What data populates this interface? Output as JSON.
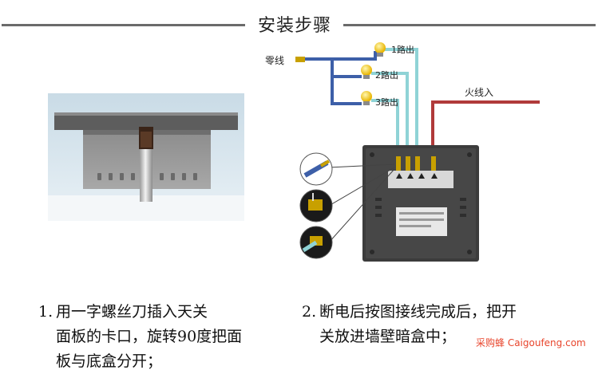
{
  "header": {
    "title": "安装步骤"
  },
  "diagram": {
    "neutral_label": "零线",
    "live_label": "火线入",
    "outputs": [
      "1路出",
      "2路出",
      "3路出"
    ],
    "colors": {
      "neutral": "#3d5fa8",
      "output": "#8fd3d6",
      "live": "#b03a3a",
      "panel": "#3c3c3c"
    }
  },
  "steps": [
    {
      "number": "1.",
      "lines": [
        "用一字螺丝刀插入天关",
        "面板的卡口，旋转90度把面",
        "板与底盒分开；"
      ]
    },
    {
      "number": "2.",
      "lines": [
        "断电后按图接线完成后，把开",
        "关放进墙壁暗盒中；"
      ]
    }
  ],
  "watermark": "采购蜂 Caigoufeng.com"
}
